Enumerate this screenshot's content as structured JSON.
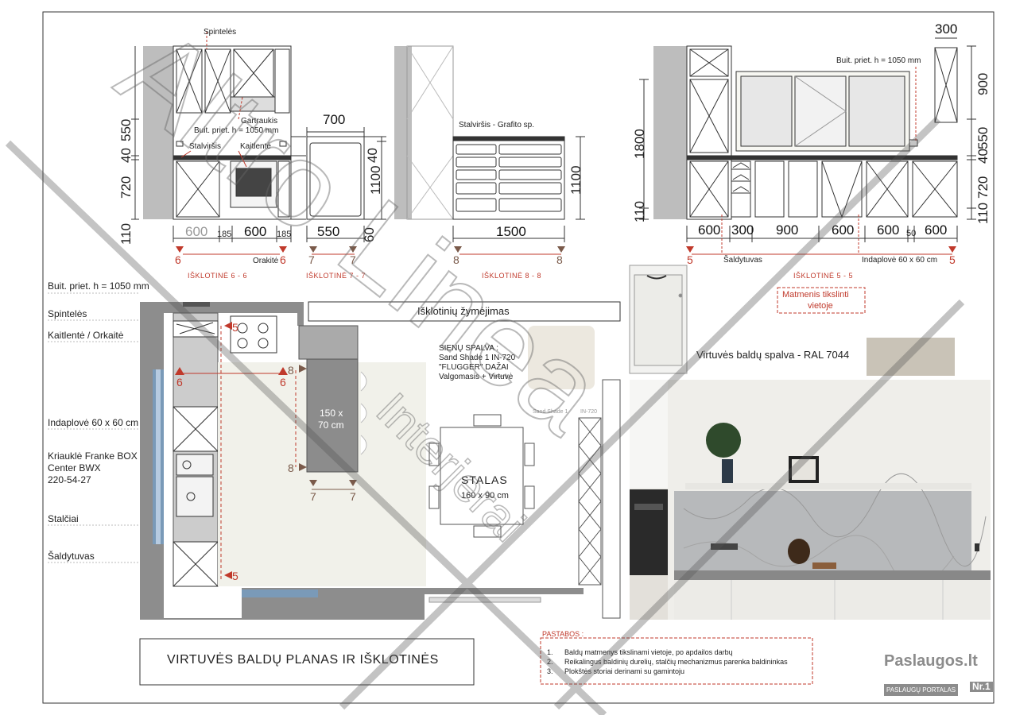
{
  "elevations": {
    "e66": {
      "labels": {
        "spinteles": "Spintelės",
        "gartraukis": "Gartraukis",
        "buit": "Buit. priet. h = 1050 mm",
        "stalvirsis": "Stalviršis",
        "kaitlente": "Kaitlentė",
        "orakite": "Orakitė"
      },
      "widths": [
        "600",
        "185",
        "600",
        "185"
      ],
      "heights": [
        "550",
        "40",
        "720",
        "110"
      ],
      "marker_left": "6",
      "marker_right": "6",
      "section": "IŠKLOTINĖ 6 - 6"
    },
    "e77": {
      "top": "700",
      "right": [
        "40",
        "1100"
      ],
      "width": "550",
      "right_small": "60",
      "marker_left": "7",
      "marker_right": "7",
      "section": "IŠKLOTINĖ 7 - 7"
    },
    "e88": {
      "stalvirsis": "Stalviršis - Grafito sp.",
      "right": "1100",
      "width": "1500",
      "marker_left": "8",
      "marker_right": "8",
      "section": "IŠKLOTINĖ 8 - 8"
    },
    "e55": {
      "top": "300",
      "buit": "Buit. priet. h = 1050 mm",
      "left": "1800",
      "left_small": "110",
      "right": [
        "900",
        "550",
        "40",
        "720",
        "110"
      ],
      "widths": [
        "600",
        "300",
        "900",
        "600",
        "600",
        "50",
        "600"
      ],
      "saldytuvas": "Šaldytuvas",
      "indaplove": "Indaplovė 60 x 60 cm",
      "marker_left": "5",
      "marker_right": "5",
      "section": "IŠKLOTINĖ 5 - 5",
      "note": [
        "Matmenis tikslinti",
        "vietoje"
      ]
    }
  },
  "legend": [
    "Buit. priet. h = 1050 mm",
    "Spintelės",
    "Kaitlentė / Orkaitė",
    "Indaplovė 60 x 60 cm",
    "Kriauklė Franke BOX",
    "Center BWX",
    "220-54-27",
    "Stalčiai",
    "Šaldytuvas"
  ],
  "plan": {
    "title": "Išklotinių žymėjimas",
    "island": [
      "150 x",
      "70 cm"
    ],
    "table": [
      "STALAS",
      "160 x 90 cm"
    ],
    "wall_color": [
      "SIENŲ SPALVA :",
      "Sand Shade 1 IN-720",
      "\"FLUGGER\" DAŽAI",
      "Valgomasis + Virtuvė"
    ],
    "swatch_labels": [
      "Sand Shade 1",
      "IN-720"
    ],
    "markers": {
      "m6a": "6",
      "m6b": "6",
      "m5a": "5",
      "m5b": "5",
      "m8a": "8",
      "m8b": "8",
      "m7a": "7",
      "m7b": "7"
    }
  },
  "furniture_color": {
    "label": "Virtuvės baldų spalva - RAL 7044",
    "hex": "#c9c3b7"
  },
  "wall_swatch": "#ece8df",
  "notes": {
    "title": "PASTABOS :",
    "items": [
      {
        "num": "1.",
        "text": "Baldų matmenys tikslinami vietoje, po apdailos darbų"
      },
      {
        "num": "2.",
        "text": "Reikalingus baldinių durelių, stalčių mechanizmus parenka baldininkas"
      },
      {
        "num": "3.",
        "text": "Plokštės storiai derinami su gamintoju"
      }
    ]
  },
  "title_block": "VIRTUVĖS BALDŲ PLANAS IR IŠKLOTINĖS",
  "logo": {
    "name": "Paslaugos.lt",
    "sub": "PASLAUGŲ PORTALAS",
    "nr": "Nr.1"
  },
  "watermark": [
    "Altro Linea",
    "Interjerai"
  ],
  "colors": {
    "accent": "#c0392b",
    "wall": "#8d8d8d",
    "dark": "#444444"
  }
}
